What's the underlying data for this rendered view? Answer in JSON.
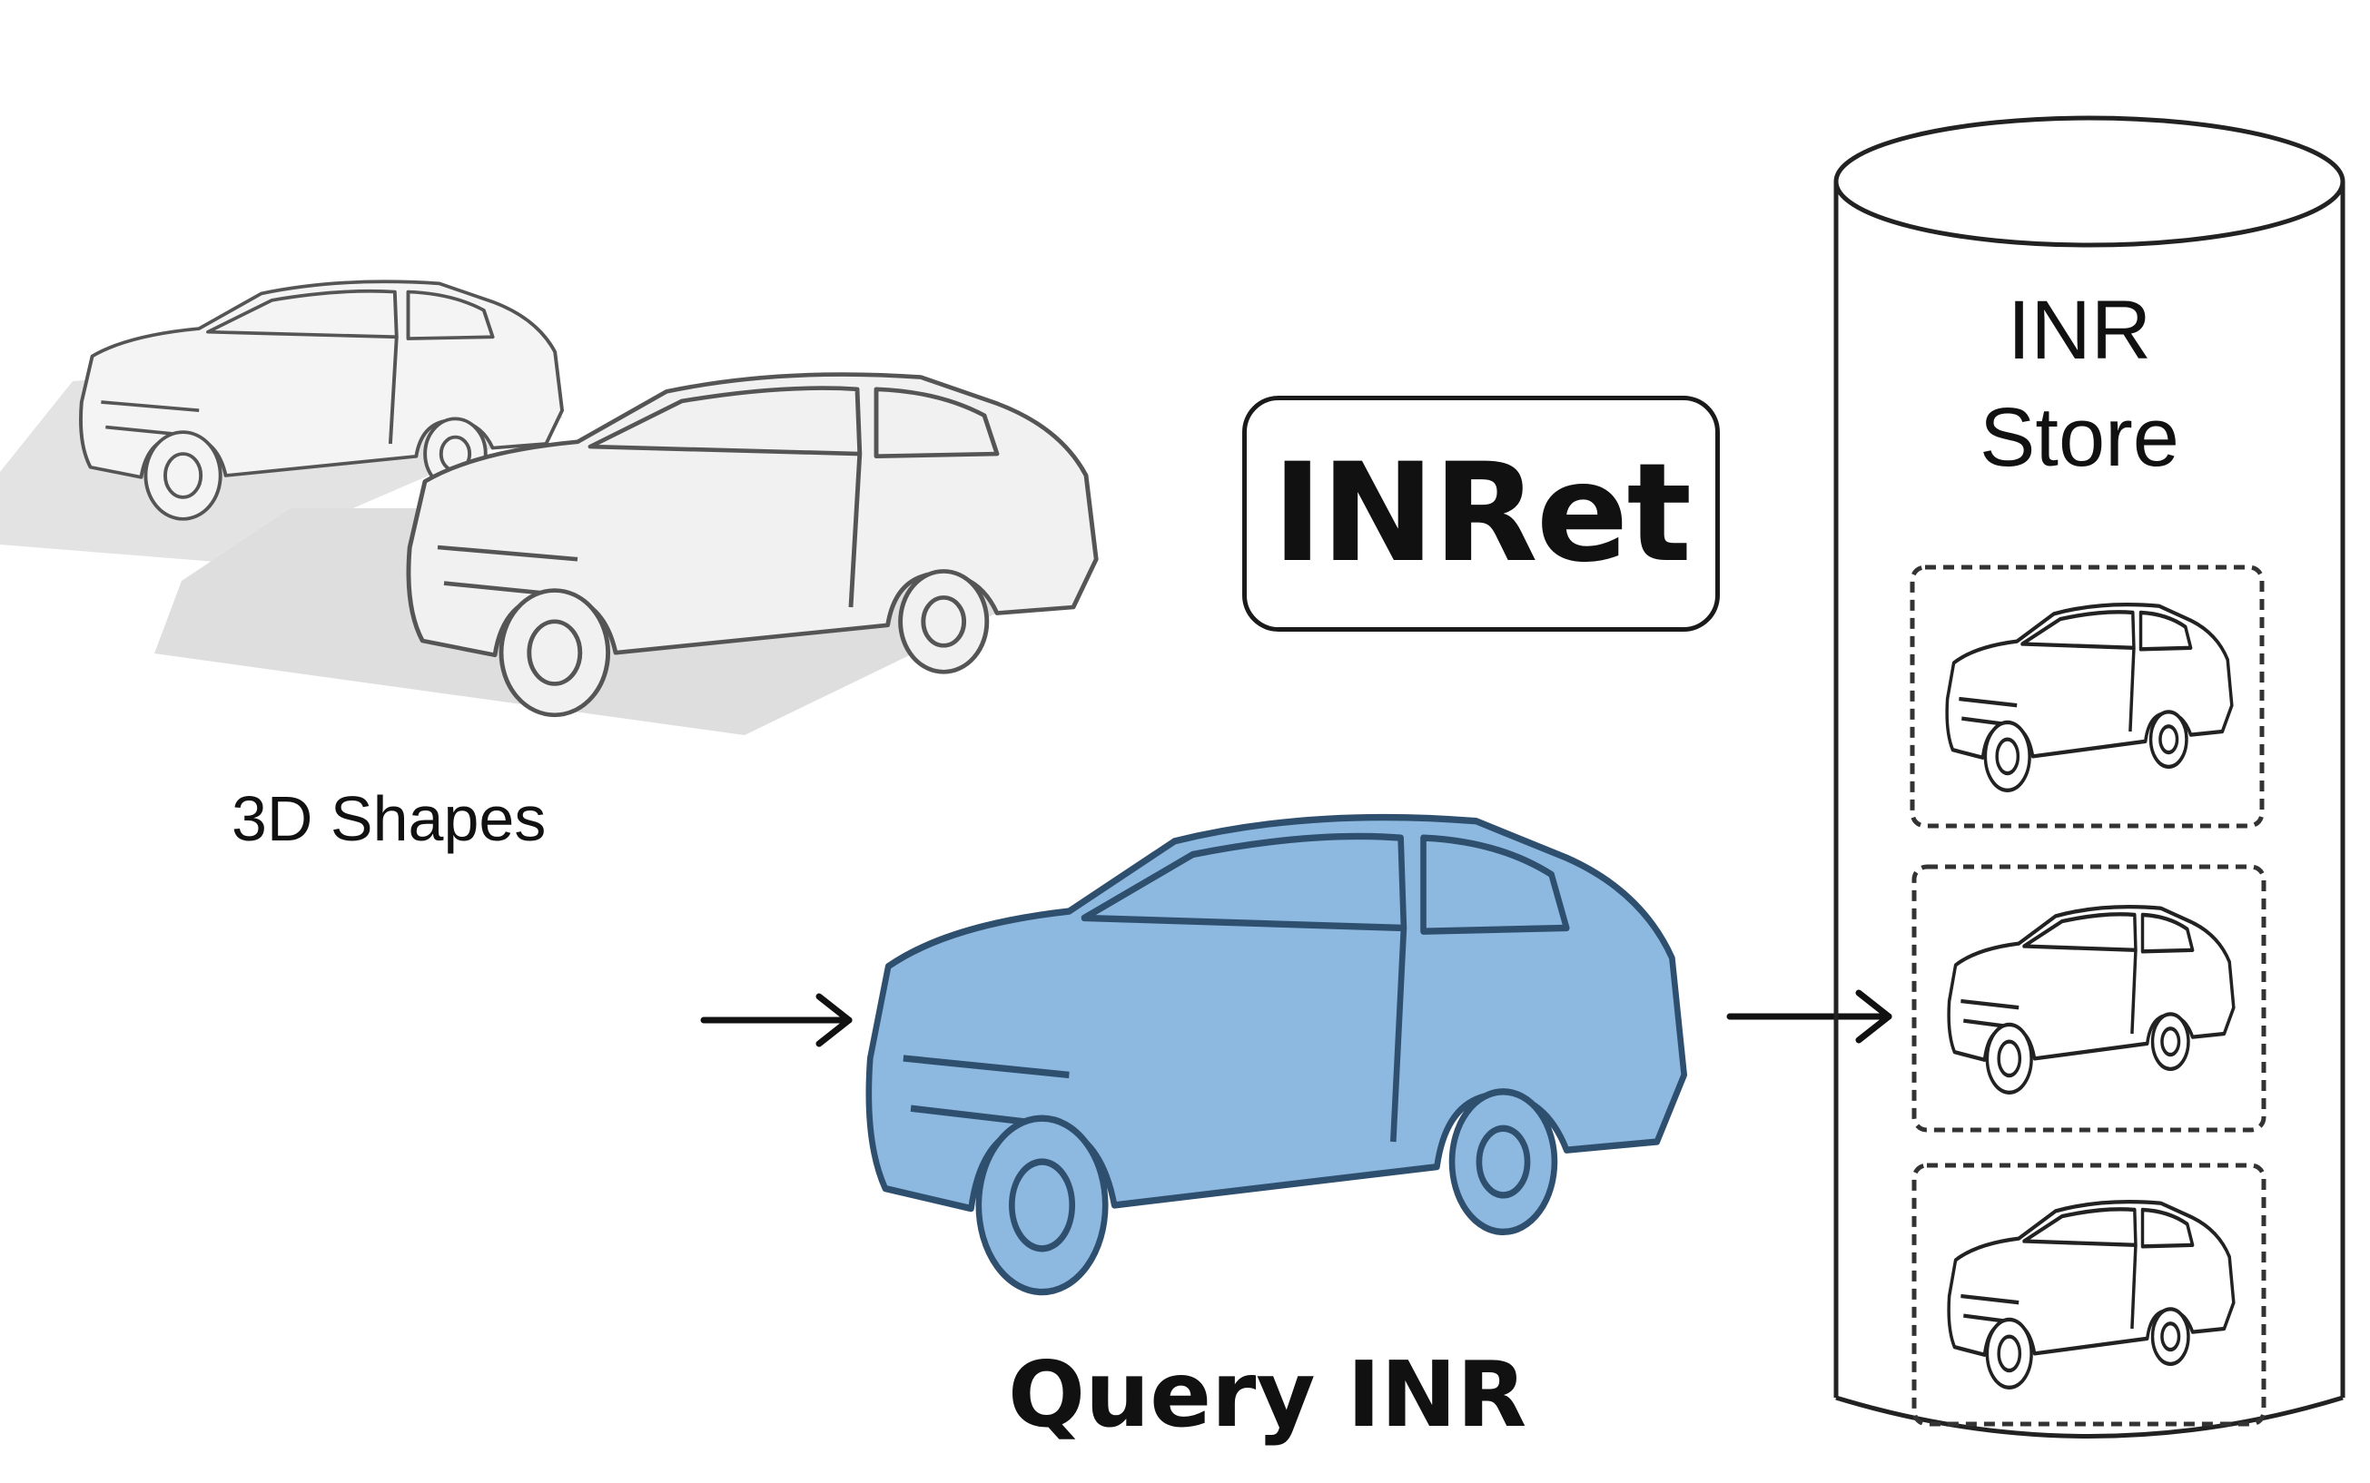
{
  "title": "INRet",
  "labels": {
    "shapes": "3D Shapes",
    "query": "Query INR",
    "store_line1": "INR",
    "store_line2": "Store"
  },
  "colors": {
    "query_fill": "#8db9e0",
    "query_stroke": "#2f4f6f",
    "sketch_stroke": "#555555",
    "shadow": "#d9d9d9",
    "ink": "#111111"
  },
  "icons": [
    "car-sketch-icon",
    "query-car-icon",
    "stored-car-icon",
    "arrow-right-icon",
    "database-cylinder-icon"
  ]
}
